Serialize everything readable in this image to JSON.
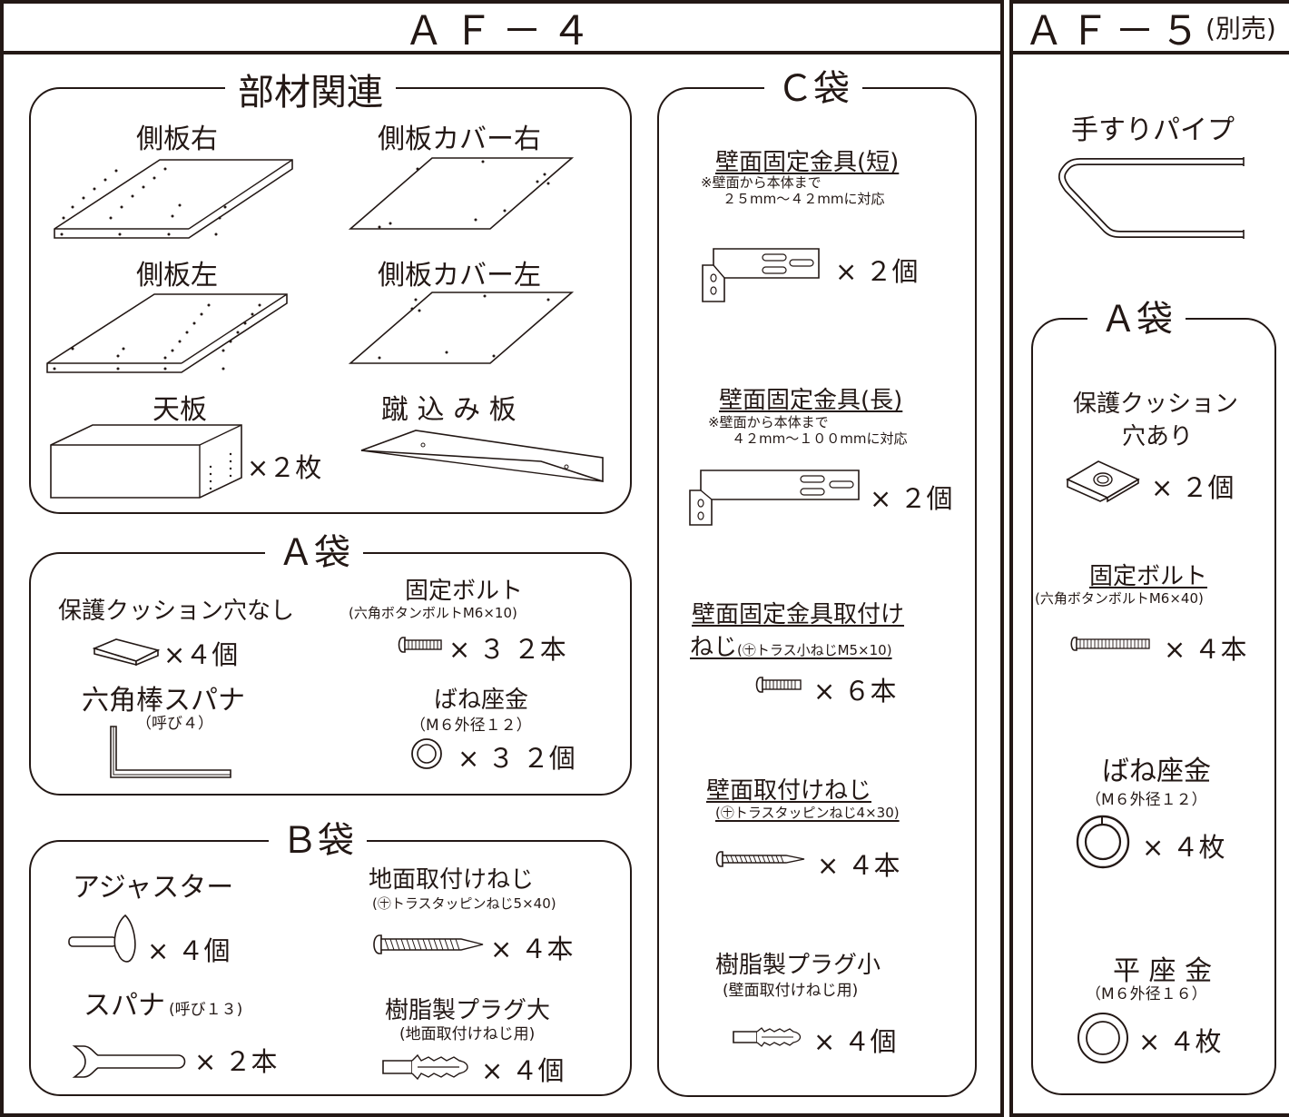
{
  "af4": {
    "title": "ＡＦ－４",
    "parts": {
      "title": "部材関連",
      "side_right": "側板右",
      "side_cover_right": "側板カバー右",
      "side_left": "側板左",
      "side_cover_left": "側板カバー左",
      "top_board": "天板",
      "kick_board": "蹴 込 み 板",
      "top_board_qty": "×２枚"
    },
    "bag_a": {
      "title": "Ａ袋",
      "cushion": "保護クッション穴なし",
      "cushion_qty": "×４個",
      "bolt": "固定ボルト",
      "bolt_spec": "(六角ボタンボルトM6×10)",
      "bolt_qty": "× ３ ２本",
      "wrench": "六角棒スパナ",
      "wrench_spec": "（呼び４）",
      "washer": "ばね座金",
      "washer_spec": "（M６外径１２）",
      "washer_qty": "× ３ ２個"
    },
    "bag_b": {
      "title": "Ｂ袋",
      "adjuster": "アジャスター",
      "adjuster_qty": "× ４個",
      "ground_screw": "地面取付けねじ",
      "ground_screw_spec": "(㊉トラスタッピンねじ5×40)",
      "ground_screw_qty": "× ４本",
      "spanner": "スパナ",
      "spanner_spec": "(呼び１３)",
      "spanner_qty": "× ２本",
      "plug_large": "樹脂製プラグ大",
      "plug_large_spec": "(地面取付けねじ用)",
      "plug_large_qty": "× ４個"
    },
    "bag_c": {
      "title": "Ｃ袋",
      "bracket_short": "壁面固定金具(短)",
      "bracket_short_note1": "※壁面から本体まで",
      "bracket_short_note2": "２５mm～４２mmに対応",
      "bracket_short_qty": "× ２個",
      "bracket_long": "壁面固定金具(長)",
      "bracket_long_note1": "※壁面から本体まで",
      "bracket_long_note2": "４２mm～１００mmに対応",
      "bracket_long_qty": "× ２個",
      "bracket_screw": "壁面固定金具取付け",
      "bracket_screw2": "ねじ",
      "bracket_screw_spec": "(㊉トラス小ねじM5×10)",
      "bracket_screw_qty": "× ６本",
      "wall_screw": "壁面取付けねじ",
      "wall_screw_spec": "(㊉トラスタッピンねじ4×30)",
      "wall_screw_qty": "× ４本",
      "plug_small": "樹脂製プラグ小",
      "plug_small_spec": "(壁面取付けねじ用)",
      "plug_small_qty": "× ４個"
    }
  },
  "af5": {
    "title": "ＡＦ－５",
    "title_suffix": "(別売)",
    "handrail": "手すりパイプ",
    "bag_a": {
      "title": "Ａ袋",
      "cushion": "保護クッション",
      "cushion2": "穴あり",
      "cushion_qty": "× ２個",
      "bolt": "固定ボルト",
      "bolt_spec": "(六角ボタンボルトM6×40)",
      "bolt_qty": "× ４本",
      "spring_washer": "ばね座金",
      "spring_washer_spec": "（M６外径１２）",
      "spring_washer_qty": "× ４枚",
      "flat_washer": "平 座 金",
      "flat_washer_spec": "（M６外径１６）",
      "flat_washer_qty": "× ４枚"
    }
  }
}
